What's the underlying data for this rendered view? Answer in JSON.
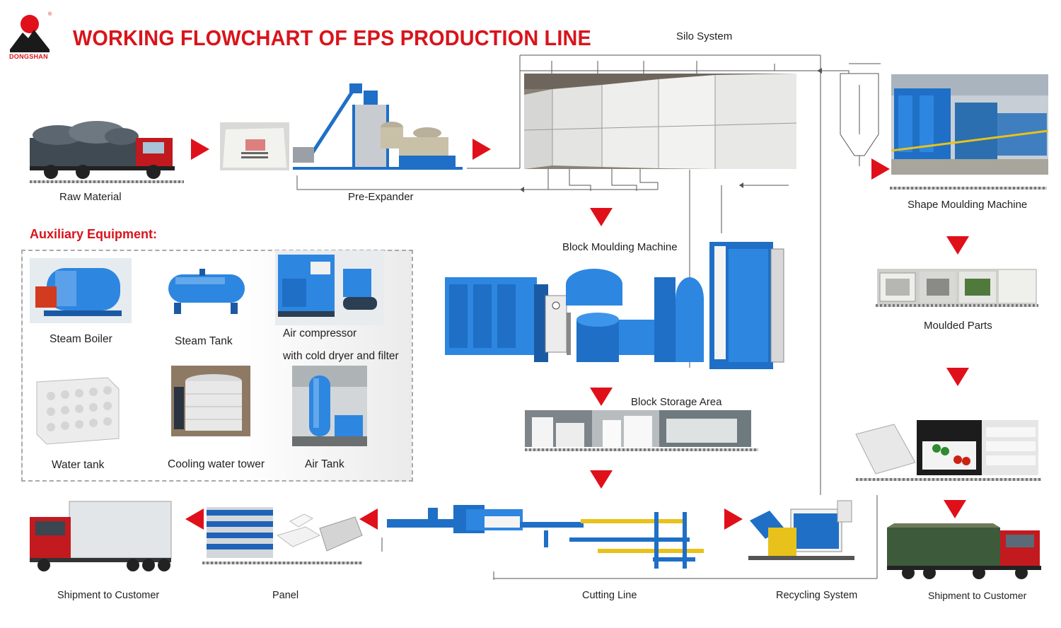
{
  "header": {
    "title": "WORKING FLOWCHART OF EPS PRODUCTION LINE",
    "logo_text": "DONGSHAN",
    "logo_mark": "®"
  },
  "labels": {
    "silo_system": "Silo System",
    "raw_material": "Raw Material",
    "pre_expander": "Pre-Expander",
    "shape_moulding": "Shape Moulding Machine",
    "block_moulding": "Block Moulding Machine",
    "moulded_parts": "Moulded Parts",
    "block_storage": "Block Storage Area",
    "shipment_left": "Shipment to Customer",
    "panel": "Panel",
    "cutting_line": "Cutting Line",
    "recycling": "Recycling System",
    "shipment_right": "Shipment to Customer"
  },
  "auxiliary": {
    "title": "Auxiliary Equipment:",
    "items": {
      "steam_boiler": "Steam Boiler",
      "steam_tank": "Steam Tank",
      "air_compressor_1": "Air compressor",
      "air_compressor_2": "with cold dryer and filter",
      "water_tank": "Water tank",
      "cooling_tower": "Cooling water tower",
      "air_tank": "Air Tank"
    }
  },
  "colors": {
    "accent_red": "#e0101a",
    "title_red": "#d9141b",
    "machine_blue": "#1f6fc6",
    "flow_line": "#555555"
  }
}
